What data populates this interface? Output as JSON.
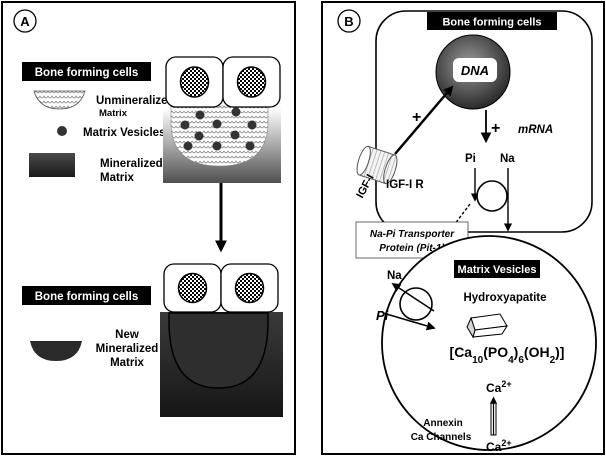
{
  "panel_a": {
    "label": "A",
    "legend_title": "Bone forming cells",
    "legend": {
      "unmineralized_line1": "Unmineralized",
      "unmineralized_line2": "Matrix",
      "vesicles": "Matrix Vesicles",
      "mineralized_line1": "Mineralized",
      "mineralized_line2": "Matrix"
    },
    "lower_title": "Bone forming cells",
    "new_line1": "New",
    "new_line2": "Mineralized",
    "new_line3": "Matrix"
  },
  "panel_b": {
    "label": "B",
    "cell_title": "Bone forming cells",
    "dna": "DNA",
    "plus": "+",
    "mrna": "mRNA",
    "pi": "Pi",
    "na": "Na",
    "igf": "IGF-I",
    "igf_r": "IGF-I R",
    "transporter_line1": "Na-Pi Transporter",
    "transporter_line2": "Protein (Pit-1)",
    "vesicles_title": "Matrix Vesicles",
    "hydroxyapatite": "Hydroxyapatite",
    "formula": {
      "p1": "[Ca",
      "s1": "10",
      "p2": "(PO",
      "s2": "4",
      "p3": ")",
      "s3": "6",
      "p4": "(OH",
      "s4": "2",
      "p5": ")]"
    },
    "ca": "Ca",
    "ca_charge": "2+",
    "annexin_line1": "Annexin",
    "annexin_line2": "Ca Channels"
  }
}
